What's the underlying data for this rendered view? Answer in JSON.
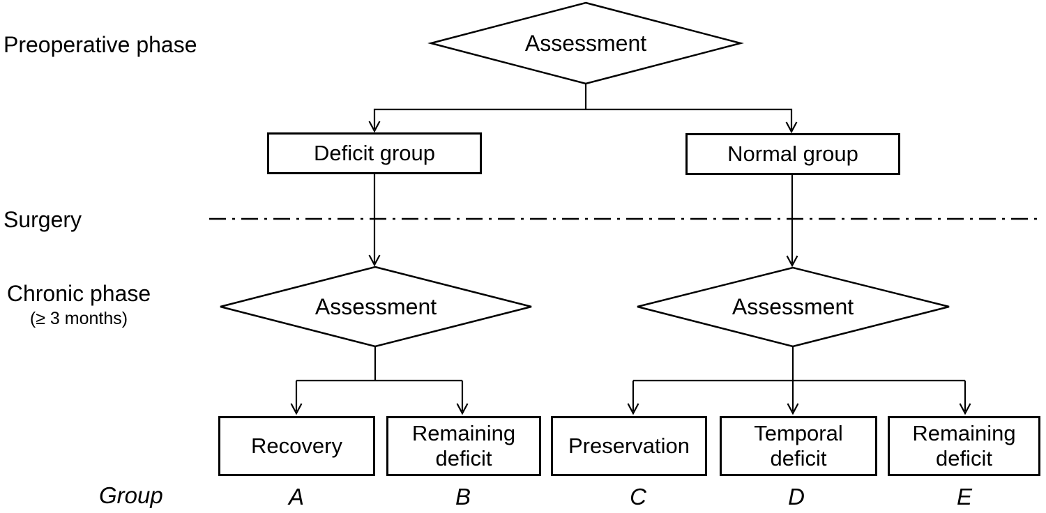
{
  "figure": {
    "background": "#ffffff",
    "line_color": "#000000"
  },
  "phase_labels": {
    "preoperative": "Preoperative phase",
    "surgery": "Surgery",
    "chronic": "Chronic phase",
    "chronic_note": "(≥ 3 months)",
    "group": "Group"
  },
  "nodes": {
    "assessment_top": "Assessment",
    "deficit_group": "Deficit group",
    "normal_group": "Normal group",
    "assessment_deficit": "Assessment",
    "assessment_normal": "Assessment",
    "recovery": "Recovery",
    "remaining_deficit_b": "Remaining\ndeficit",
    "preservation": "Preservation",
    "temporal_deficit": "Temporal\ndeficit",
    "remaining_deficit_e": "Remaining\ndeficit"
  },
  "group_labels": [
    "A",
    "B",
    "C",
    "D",
    "E"
  ]
}
